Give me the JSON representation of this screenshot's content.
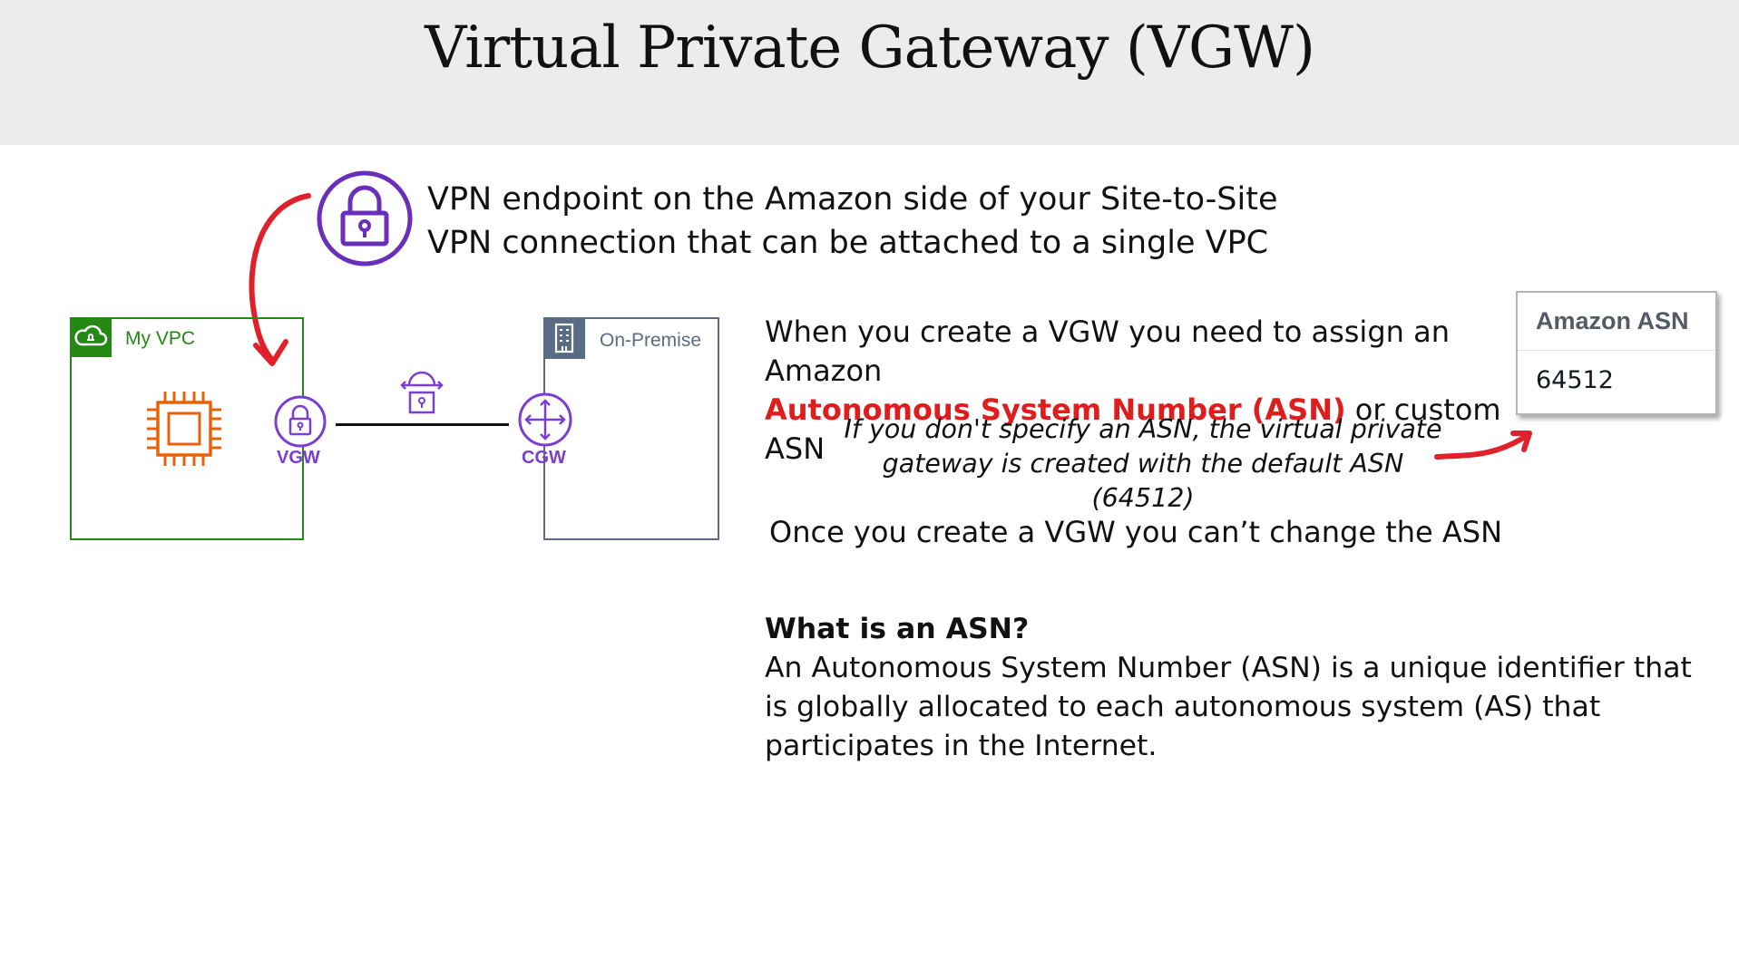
{
  "title": "Virtual Private Gateway (VGW)",
  "description": "VPN endpoint on the Amazon side of your Site-to-Site VPN connection that can be attached to a single VPC",
  "diagram": {
    "vpc_label": "My VPC",
    "onprem_label": "On-Premise",
    "vgw_label": "VGW",
    "cgw_label": "CGW"
  },
  "text1": {
    "part1": "When you create a VGW you need to assign an Amazon",
    "highlight": "Autonomous System Number (ASN)",
    "part2": " or custom ASN"
  },
  "note": "If you don't specify an ASN, the virtual private gateway is created with the default ASN (64512)",
  "text2": "Once you create a VGW you can’t change the ASN",
  "qa": {
    "question": "What is an ASN?",
    "answer": "An Autonomous System Number (ASN) is a unique identifier that is globally allocated to each autonomous system (AS) that participates in the Internet."
  },
  "asn_card": {
    "header": "Amazon ASN",
    "value": "64512"
  },
  "colors": {
    "vpc_green": "#248814",
    "onprem_slate": "#5a6b86",
    "vpn_purple": "#7b3fcf",
    "chip_orange": "#e8620e",
    "arrow_red": "#e0202a",
    "highlight_red": "#e01d1d"
  },
  "icons": [
    "lock-icon",
    "cloud-icon",
    "building-icon",
    "chip-icon",
    "vpn-tunnel-icon",
    "router-arrows-icon"
  ]
}
